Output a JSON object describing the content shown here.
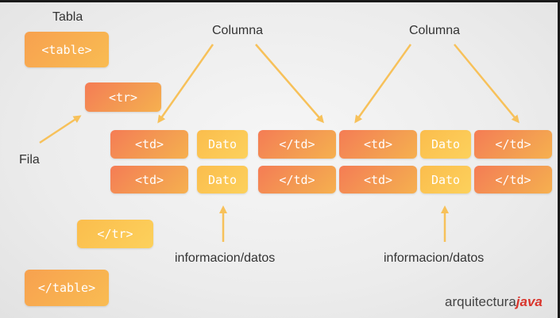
{
  "labels": {
    "tabla": "Tabla",
    "fila": "Fila",
    "columna_1": "Columna",
    "columna_2": "Columna",
    "info_1": "informacion/datos",
    "info_2": "informacion/datos"
  },
  "tags": {
    "table_open": "<table>",
    "tr_open": "<tr>",
    "tr_close": "</tr>",
    "table_close": "</table>",
    "row1": [
      "<td>",
      "Dato",
      "</td>",
      "<td>",
      "Dato",
      "</td>"
    ],
    "row2": [
      "<td>",
      "Dato",
      "</td>",
      "<td>",
      "Dato",
      "</td>"
    ]
  },
  "logo": {
    "brand_text": "arquitectura",
    "brand_accent": "java"
  },
  "colors": {
    "arrow": "#f7c15a",
    "tag_red": "#f57c55",
    "tag_yellow": "#fbbd4d",
    "logo_accent": "#d9342b"
  }
}
